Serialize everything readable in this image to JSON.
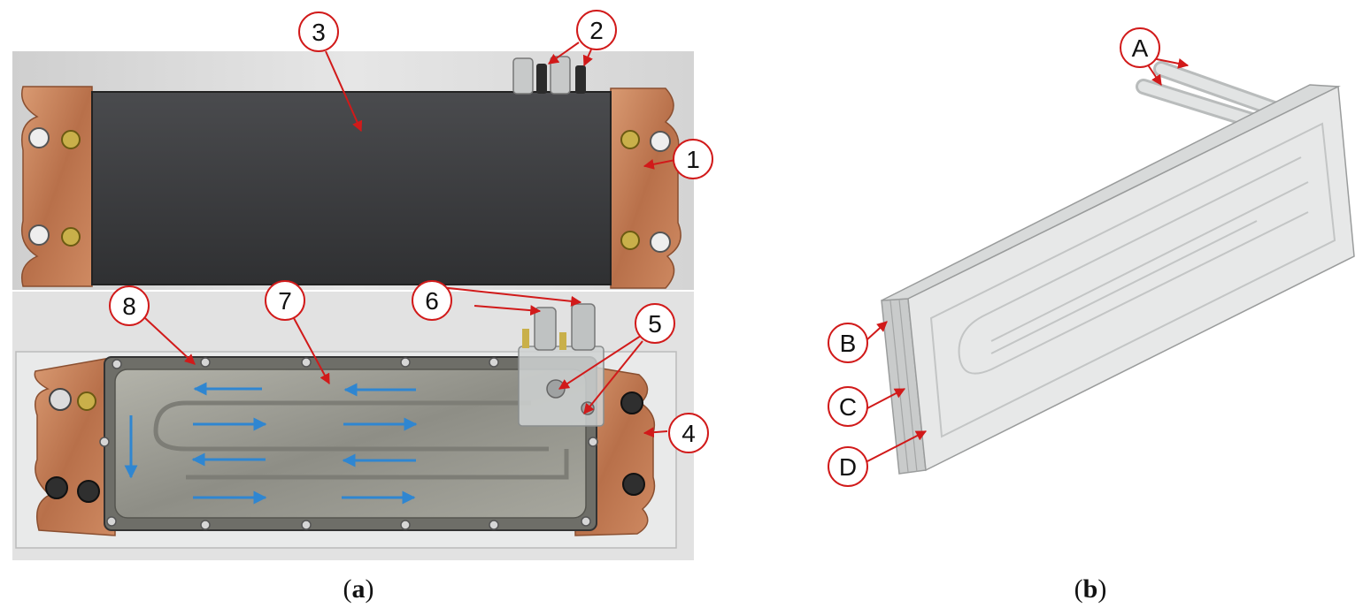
{
  "figure": {
    "panel_a": {
      "caption_open": "(",
      "caption_letter": "a",
      "caption_close": ")",
      "callouts": [
        "1",
        "2",
        "3",
        "4",
        "5",
        "6",
        "7",
        "8"
      ]
    },
    "panel_b": {
      "caption_open": "(",
      "caption_letter": "b",
      "caption_close": ")",
      "callouts": [
        "A",
        "B",
        "C",
        "D"
      ]
    }
  },
  "colors": {
    "callout_ring": "#d11a1a",
    "leader_line": "#d11a1a",
    "flow_arrow": "#2f86d1",
    "copper": "#c47a52",
    "graphite": "#3a3b3d",
    "aluminum": "#9a9a92",
    "acrylic": "#dcdcdc"
  }
}
